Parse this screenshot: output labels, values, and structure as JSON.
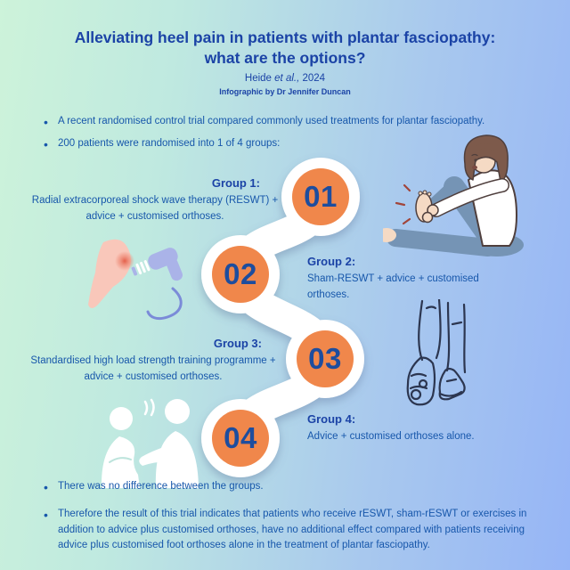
{
  "header": {
    "title_line1": "Alleviating heel pain in patients with plantar fasciopathy:",
    "title_line2": "what are the options?",
    "citation": {
      "pre": "Heide ",
      "italic": "et al.,",
      "post": " 2024"
    },
    "credit": "Infographic by Dr Jennifer Duncan"
  },
  "intro_bullets": [
    "A recent randomised control trial compared commonly used treatments for plantar fasciopathy.",
    "200 patients were randomised into 1 of 4 groups:"
  ],
  "groups": [
    {
      "number": "01",
      "heading": "Group 1:",
      "description": "Radial extracorporeal shock wave therapy (RESWT) + advice + customised orthoses."
    },
    {
      "number": "02",
      "heading": "Group 2:",
      "description": "Sham-RESWT + advice + customised orthoses."
    },
    {
      "number": "03",
      "heading": "Group 3:",
      "description": "Standardised high load strength training programme + advice + customised orthoses."
    },
    {
      "number": "04",
      "heading": "Group 4:",
      "description": "Advice + customised orthoses alone."
    }
  ],
  "conclusion_bullets": [
    "There was no difference between the groups.",
    "Therefore the result of this trial indicates that patients who receive rESWT, sham-rESWT or exercises in addition to advice plus customised orthoses, have no additional effect compared with patients receiving advice plus customised foot orthoses alone in the treatment of plantar fasciopathy."
  ],
  "illustrations": {
    "patient": "woman-holding-painful-heel",
    "device": "shockwave-therapy-device-on-heel",
    "legs": "calf-strength-training-legs-sketch",
    "advice": "clinician-advice-consultation-silhouettes"
  },
  "colors": {
    "background_left": "#cdf3da",
    "background_right": "#96b5f6",
    "accent_orange": "#f0874b",
    "number_navy": "#1d4d9e",
    "title_blue": "#1b43a6",
    "body_blue": "#1757ab"
  }
}
